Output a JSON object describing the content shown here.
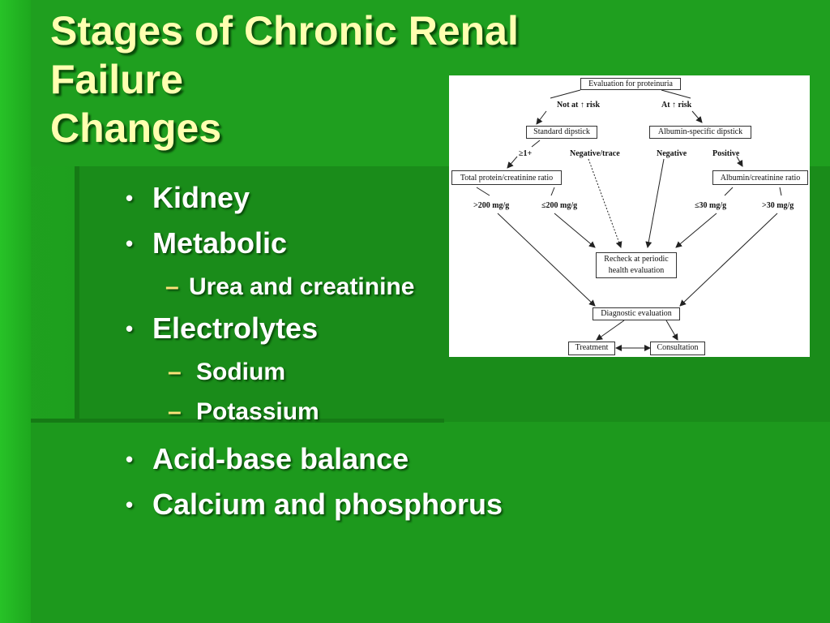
{
  "slide": {
    "title_lines": [
      "Stages of Chronic Renal",
      "Failure",
      "Changes"
    ],
    "bullets": {
      "kidney": "Kidney",
      "metabolic": "Metabolic",
      "urea": "Urea and creatinine",
      "electrolytes": "Electrolytes",
      "sodium": "Sodium",
      "potassium": "Potassium",
      "acid_base": "Acid-base balance",
      "calcium": "Calcium and phosphorus"
    },
    "bullet_glyph": "•",
    "dash_glyph": "–"
  },
  "flowchart": {
    "evaluation": "Evaluation for proteinuria",
    "not_at_risk": "Not at ↑ risk",
    "at_risk": "At ↑ risk",
    "standard_dipstick": "Standard dipstick",
    "albumin_dipstick": "Albumin-specific dipstick",
    "ge1": "≥1+",
    "negative_trace": "Negative/trace",
    "negative": "Negative",
    "positive": "Positive",
    "total_protein": "Total protein/creatinine ratio",
    "albumin_ratio": "Albumin/creatinine ratio",
    "gt200": ">200 mg/g",
    "le200": "≤200 mg/g",
    "le30": "≤30 mg/g",
    "gt30": ">30 mg/g",
    "recheck_1": "Recheck at periodic",
    "recheck_2": "health evaluation",
    "diagnostic": "Diagnostic evaluation",
    "treatment": "Treatment",
    "consultation": "Consultation"
  },
  "colors": {
    "title": "#ffffb0",
    "text": "#ffffff",
    "dash": "#ffe27a",
    "background": "#1c951c"
  }
}
